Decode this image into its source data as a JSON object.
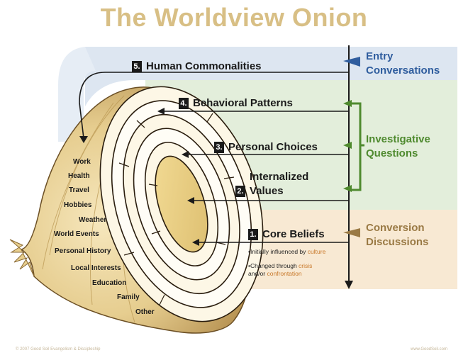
{
  "title": "The Worldview Onion",
  "bands": {
    "entry": {
      "line1": "Entry",
      "line2": "Conversations",
      "color": "#2f5d9e"
    },
    "investigative": {
      "line1": "Investigative",
      "line2": "Questions",
      "color": "#4f8a2f"
    },
    "conversion": {
      "line1": "Conversion",
      "line2": "Discussions",
      "color": "#9a7a45"
    }
  },
  "layers": [
    {
      "num": "5.",
      "label": "Human Commonalities"
    },
    {
      "num": "4.",
      "label": "Behavioral Patterns"
    },
    {
      "num": "3.",
      "label": "Personal Choices"
    },
    {
      "num": "2.",
      "label_line1": "Internalized",
      "label_line2": "Values"
    },
    {
      "num": "1.",
      "label": "Core Beliefs"
    }
  ],
  "core_notes": {
    "line1_prefix": "•Initially influenced by ",
    "line1_highlight": "culture",
    "line2_prefix": "•Changed through ",
    "line2_highlight": "crisis",
    "line3_prefix": "and/or ",
    "line3_highlight": "confrontation"
  },
  "topics": [
    "Work",
    "Health",
    "Travel",
    "Hobbies",
    "Weather",
    "World Events",
    "Personal History",
    "Local Interests",
    "Education",
    "Family",
    "Other"
  ],
  "footer": {
    "left": "© 2007 Good Soil Evangelism & Discipleship",
    "right": "www.GoodSoil.com"
  },
  "colors": {
    "entry_band": "#dde6f1",
    "investigative_band": "#e3eedb",
    "conversion_band": "#f8e9d3",
    "onion_skin": "#e9d29a",
    "onion_flesh": "#fffdf4",
    "onion_core": "#e8cf86",
    "title": "#d8bf85"
  }
}
